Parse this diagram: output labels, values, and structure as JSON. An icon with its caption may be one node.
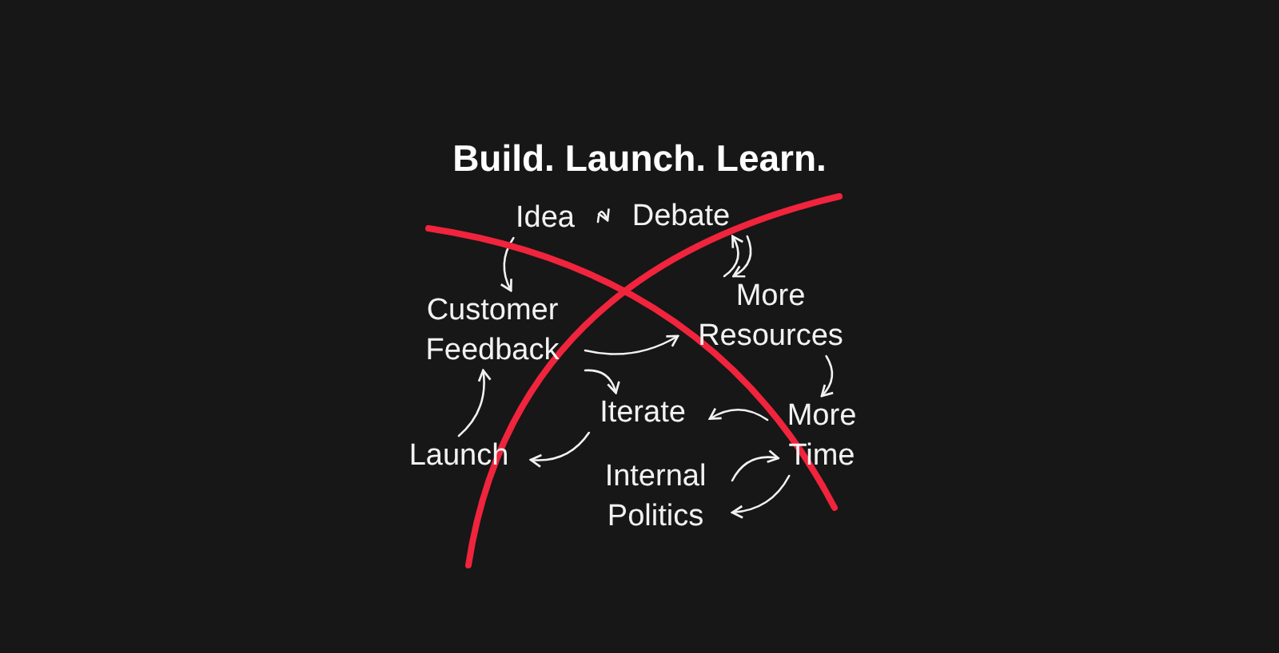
{
  "diagram": {
    "title": "Build. Launch. Learn.",
    "nodes": [
      {
        "text": [
          "Idea"
        ]
      },
      {
        "text": [
          "Debate"
        ]
      },
      {
        "text": [
          "Customer Feedback"
        ]
      },
      {
        "text": [
          "More Resources"
        ]
      },
      {
        "text": [
          "Iterate"
        ]
      },
      {
        "text": [
          "Launch"
        ]
      },
      {
        "text": [
          "More Time"
        ]
      },
      {
        "text": [
          "Internal Politics"
        ]
      }
    ],
    "edges": [
      {
        "from": 0,
        "to": 1,
        "arrow": "to"
      },
      {
        "from": 0,
        "to": 2,
        "arrow": "to"
      },
      {
        "from": 1,
        "to": 3,
        "arrow": "to"
      },
      {
        "from": 3,
        "to": 1,
        "arrow": "to"
      },
      {
        "from": 2,
        "to": 3,
        "arrow": "to"
      },
      {
        "from": 2,
        "to": 4,
        "arrow": "to"
      },
      {
        "from": 3,
        "to": 6,
        "arrow": "to"
      },
      {
        "from": 6,
        "to": 4,
        "arrow": "to"
      },
      {
        "from": 4,
        "to": 5,
        "arrow": "to"
      },
      {
        "from": 5,
        "to": 2,
        "arrow": "to"
      },
      {
        "from": 7,
        "to": 6,
        "arrow": "to"
      },
      {
        "from": 6,
        "to": 7,
        "arrow": "to"
      }
    ]
  }
}
